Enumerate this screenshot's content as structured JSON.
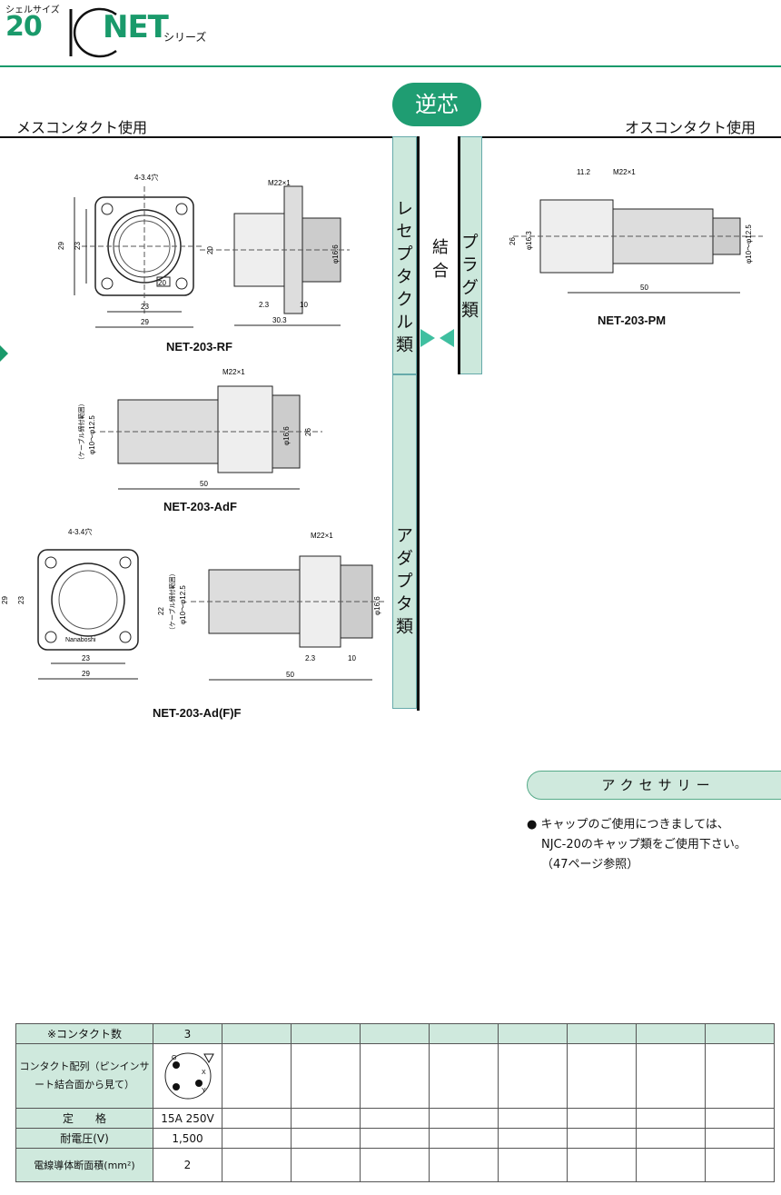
{
  "header": {
    "shell_size_label": "シェルサイズ",
    "number": "20",
    "brand": "NET",
    "series": "シリーズ"
  },
  "badge": "逆芯",
  "left_title": "メスコンタクト使用",
  "right_title": "オスコンタクト使用",
  "bars": {
    "receptacle": "レセプタクル類",
    "plug": "プラグ類",
    "adapter": "アダプタ類",
    "coupling": "結合"
  },
  "parts": [
    {
      "name": "NET-203-RF"
    },
    {
      "name": "NET-203-AdF"
    },
    {
      "name": "NET-203-Ad(F)F"
    },
    {
      "name": "NET-203-PM"
    }
  ],
  "dims": {
    "hole": "4-3.4穴",
    "thread": "M22×1",
    "d29": "29",
    "d23": "23",
    "d20": "20",
    "d22": "22",
    "d26": "26",
    "d166": "φ16.6",
    "d163": "φ16.3",
    "d23b": "2.3",
    "d10": "10",
    "d303": "30.3",
    "d50": "50",
    "d112": "11.2",
    "cable": "φ10～φ12.5",
    "cable_note": "（ケーブル締付範囲）",
    "mark": "20",
    "brand_mark": "Nanaboshi"
  },
  "accessory": {
    "title": "アクセサリー",
    "bullet": "●",
    "lines": [
      "キャップのご使用につきましては、",
      "NJC-20のキャップ類をご使用下さい。",
      "（47ページ参照）"
    ]
  },
  "table": {
    "rows": [
      {
        "label": "※コンタクト数",
        "value": "3"
      },
      {
        "label": "コンタクト配列（ピンインサート結合面から見て）",
        "value": ""
      },
      {
        "label": "定　　格",
        "value": "15A 250V"
      },
      {
        "label": "耐電圧(V)",
        "value": "1,500"
      },
      {
        "label": "電線導体断面積(mm²)",
        "value": "2"
      }
    ],
    "pin_labels": [
      "G",
      "X",
      "Y"
    ]
  },
  "colors": {
    "accent": "#1a9a6b",
    "light": "#cfe9dd"
  }
}
